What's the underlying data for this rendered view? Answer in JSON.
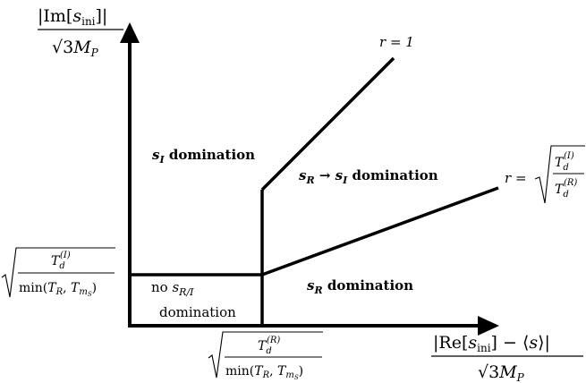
{
  "y_axis_label": {
    "numerator_prefix": "|Im[",
    "numerator_var": "s",
    "numerator_sub": "ini",
    "numerator_suffix": "]|",
    "denominator": "√3",
    "denominator_var": "M",
    "denominator_sub": "P"
  },
  "x_axis_label": {
    "numerator_prefix": "|Re[",
    "numerator_var": "s",
    "numerator_sub": "ini",
    "numerator_middle": "] − ⟨",
    "numerator_var2": "s",
    "numerator_suffix": "⟩|",
    "denominator": "√3",
    "denominator_var": "M",
    "denominator_sub": "P"
  },
  "regions": {
    "s_I_domination": {
      "var": "s",
      "sub": "I",
      "text": " domination"
    },
    "s_R_to_s_I_domination": {
      "var1": "s",
      "sub1": "R",
      "arrow": " → ",
      "var2": "s",
      "sub2": "I",
      "text": " domination"
    },
    "s_R_domination": {
      "var": "s",
      "sub": "R",
      "text": " domination"
    },
    "no_s_RI": {
      "line1_prefix": "no ",
      "var": "s",
      "sub": "R/I",
      "line2": "domination"
    }
  },
  "line_labels": {
    "r_equals_1": "r = 1",
    "r_sqrt": {
      "lhs": "r =",
      "num_var": "T",
      "num_sub": "d",
      "num_sup": "(I)",
      "den_var": "T",
      "den_sub": "d",
      "den_sup": "(R)"
    }
  },
  "threshold_labels": {
    "y_threshold": {
      "num_var": "T",
      "num_sub": "d",
      "num_sup": "(I)",
      "den_prefix": "min(",
      "den_var1": "T",
      "den_sub1": "R",
      "den_sep": ", ",
      "den_var2": "T",
      "den_sub2": "m",
      "den_sub2b": "S",
      "den_suffix": ")"
    },
    "x_threshold": {
      "num_var": "T",
      "num_sub": "d",
      "num_sup": "(R)",
      "den_prefix": "min(",
      "den_var1": "T",
      "den_sub1": "R",
      "den_sep": ", ",
      "den_var2": "T",
      "den_sub2": "m",
      "den_sub2b": "S",
      "den_suffix": ")"
    }
  }
}
